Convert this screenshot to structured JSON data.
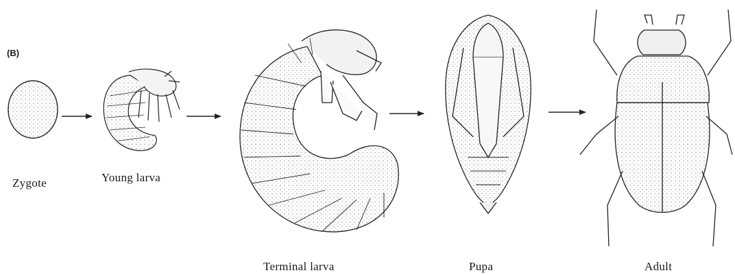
{
  "figure": {
    "panel_letter": "(B)",
    "stages": [
      {
        "id": "zygote",
        "label": "Zygote"
      },
      {
        "id": "young-larva",
        "label": "Young larva"
      },
      {
        "id": "terminal-larva",
        "label": "Terminal larva"
      },
      {
        "id": "pupa",
        "label": "Pupa"
      },
      {
        "id": "adult",
        "label": "Adult"
      }
    ],
    "arrows": [
      "zygote-to-young-larva",
      "young-larva-to-terminal-larva",
      "terminal-larva-to-pupa",
      "pupa-to-adult"
    ]
  }
}
